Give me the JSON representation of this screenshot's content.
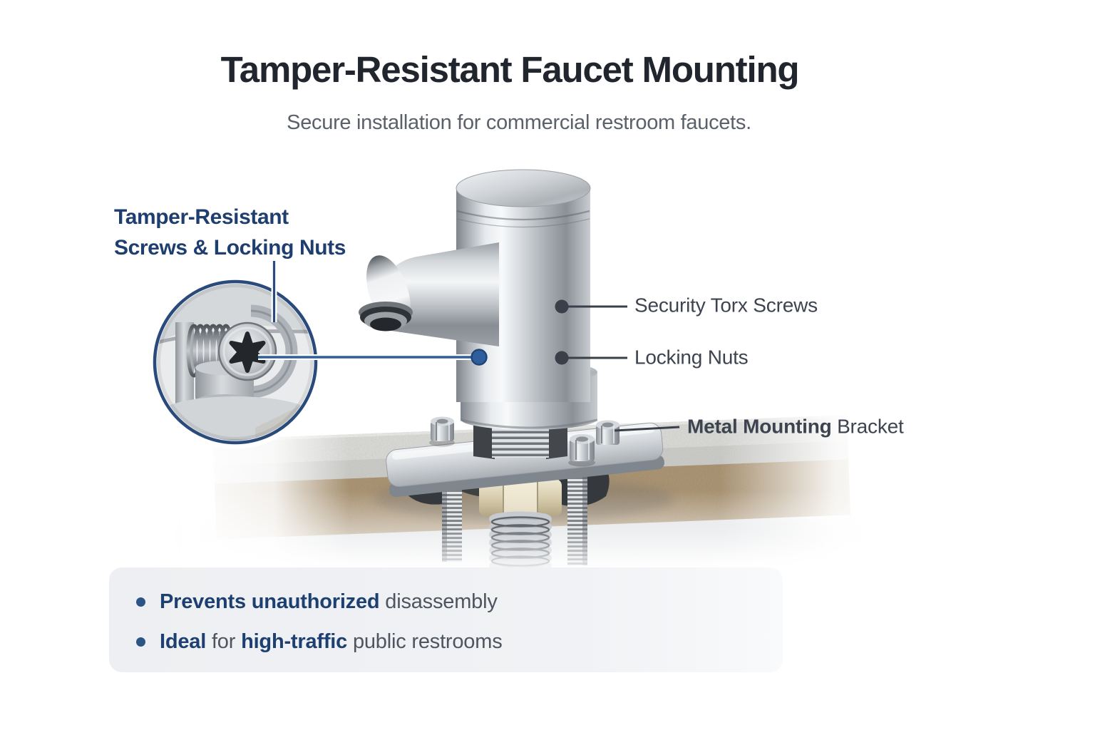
{
  "header": {
    "title": "Tamper-Resistant Faucet Mounting",
    "subtitle": "Secure installation for commercial restroom faucets."
  },
  "callout": {
    "line1": "Tamper-Resistant",
    "line2": "Screws & Locking Nuts"
  },
  "labels": {
    "security_screws": "Security Torx Screws",
    "locking_nuts": "Locking Nuts",
    "bracket_bold": "Metal Mounting",
    "bracket_rest": " Bracket"
  },
  "benefits": {
    "items": [
      {
        "segments": [
          "Prevents unauthorized",
          " disassembly"
        ]
      },
      {
        "segments": [
          "Ideal",
          " for ",
          "high-traffic",
          " public restrooms"
        ]
      }
    ]
  },
  "icons": {
    "magnifier_circle": "detail-zoom-circle",
    "torx_star": "torx-screw-icon"
  },
  "colors": {
    "accent_blue": "#2e5e9c",
    "navy": "#1e3e6f",
    "ring": "#2b4a7c",
    "text_dark": "#21252e",
    "text_gray": "#5a616b",
    "label_gray": "#3d4450",
    "leader": "#3a4049",
    "box_bg": "#edeff2",
    "bullet_blue": "#1e4070",
    "body_gray": "#4e555f"
  }
}
